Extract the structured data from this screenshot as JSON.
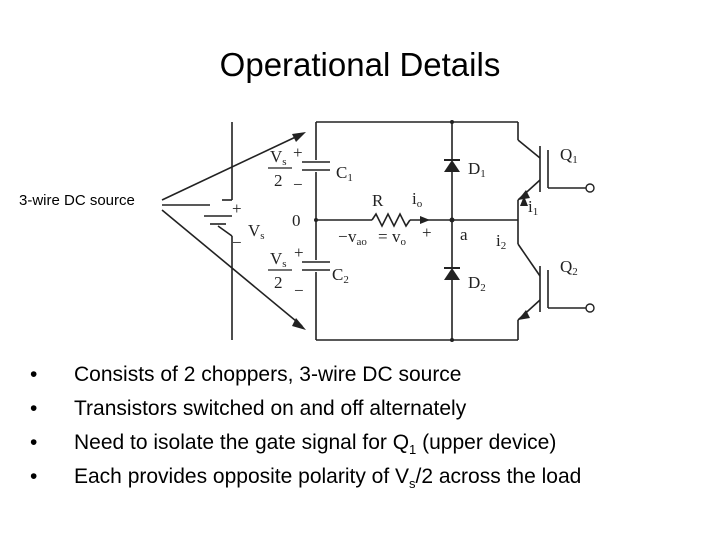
{
  "slide": {
    "title": "Operational Details",
    "side_label": "3-wire DC source",
    "bullets": [
      {
        "bullet": "•",
        "parts": [
          "Consists of 2 choppers, 3-wire DC source"
        ]
      },
      {
        "bullet": "•",
        "parts": [
          "Transistors switched on and off alternately"
        ]
      },
      {
        "bullet": "•",
        "parts": [
          "Need to isolate the gate signal for Q",
          "1",
          " (upper device)"
        ]
      },
      {
        "bullet": "•",
        "parts": [
          "Each provides opposite polarity of V",
          "s",
          "/2 across the load"
        ]
      }
    ]
  },
  "circuit": {
    "labels": {
      "vs_half_top_num": "V",
      "vs_half_top_sub": "s",
      "vs_half_top_den": "2",
      "vs_half_bot_num": "V",
      "vs_half_bot_sub": "s",
      "vs_half_bot_den": "2",
      "c1": "C",
      "c1_sub": "1",
      "c2": "C",
      "c2_sub": "2",
      "d1": "D",
      "d1_sub": "1",
      "d2": "D",
      "d2_sub": "2",
      "q1": "Q",
      "q1_sub": "1",
      "q2": "Q",
      "q2_sub": "2",
      "r": "R",
      "io": "i",
      "io_sub": "o",
      "i1": "i",
      "i1_sub": "1",
      "i2": "i",
      "i2_sub": "2",
      "vs": "V",
      "vs_sub": "s",
      "node_0": "0",
      "node_a": "a",
      "vao": "v",
      "vao_sub": "ao",
      "eq": "=",
      "vo": "v",
      "vo_sub": "o",
      "plus": "+",
      "minus": "−"
    }
  }
}
